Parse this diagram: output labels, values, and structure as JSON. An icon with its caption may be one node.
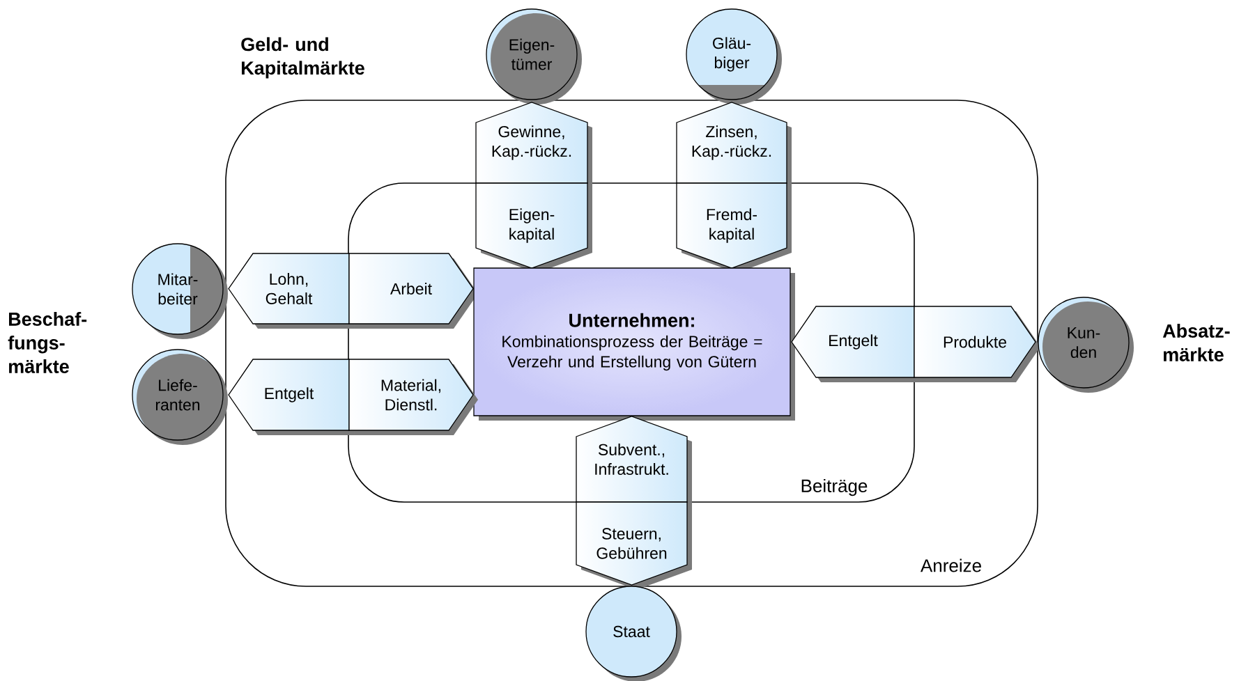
{
  "diagram": {
    "nodes": [
      {
        "text": [
          "Anreize"
        ]
      },
      {
        "text": [
          "Beiträge"
        ],
        "in": 0
      },
      {
        "text": [
          "Eigen- tümer"
        ]
      },
      {
        "text": [
          "Gläu- biger"
        ]
      },
      {
        "text": [
          "Gewinne, Kap.-rückz."
        ],
        "in": 0
      },
      {
        "text": [
          "Zinsen, Kap.-rückz."
        ],
        "in": 0
      },
      {
        "text": [
          "Eigen- kapital"
        ],
        "in": 1
      },
      {
        "text": [
          "Fremd- kapital"
        ],
        "in": 1
      },
      {
        "text": [
          "Mitar- beiter"
        ]
      },
      {
        "text": [
          "Lohn, Gehalt"
        ],
        "in": 0
      },
      {
        "text": [
          "Arbeit"
        ],
        "in": 1
      },
      {
        "text": [
          "Unternehmen:",
          "Kombinationsprozess der Beiträge = Verzehr und Erstellung von Gütern"
        ],
        "in": 1
      },
      {
        "text": [
          "Entgelt"
        ],
        "in": 1
      },
      {
        "text": [
          "Produkte"
        ],
        "in": 0
      },
      {
        "text": [
          "Kun- den"
        ]
      },
      {
        "text": [
          "Liefe- ranten"
        ]
      },
      {
        "text": [
          "Entgelt"
        ],
        "in": 0
      },
      {
        "text": [
          "Material, Dienstl."
        ],
        "in": 1
      },
      {
        "text": [
          "Subvent., Infrastrukt."
        ],
        "in": 1
      },
      {
        "text": [
          "Steuern, Gebühren"
        ],
        "in": 0
      },
      {
        "text": [
          "Staat"
        ]
      }
    ],
    "labels": [
      "Geld- und Kapitalmärkte",
      "Beschaf- fungs- märkte",
      "Absatz- märkte"
    ]
  }
}
